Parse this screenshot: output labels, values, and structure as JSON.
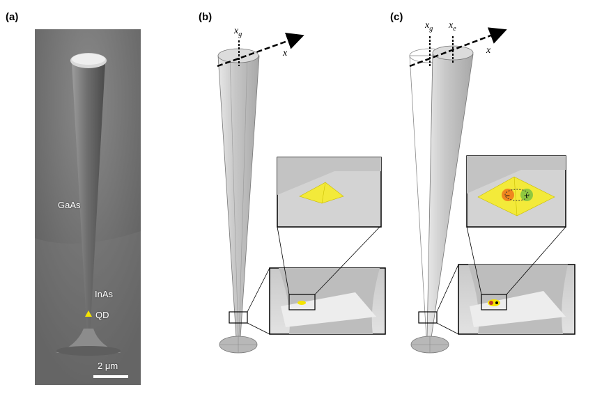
{
  "panels": {
    "a": {
      "label": "(a)",
      "material_top": "GaAs",
      "material_dot": "InAs",
      "dot_label": "QD",
      "scale_bar": "2 μm"
    },
    "b": {
      "label": "(b)",
      "axis_x": "x",
      "subscript_g": "g"
    },
    "c": {
      "label": "(c)",
      "axis_x": "x",
      "subscript_g": "g",
      "subscript_e": "e",
      "charge_minus": "−",
      "charge_plus": "+"
    }
  },
  "colors": {
    "sem_background": "#6b6b6b",
    "quantum_dot": "#f5e400",
    "electron": "#f07b1c",
    "hole": "#7dc242"
  }
}
